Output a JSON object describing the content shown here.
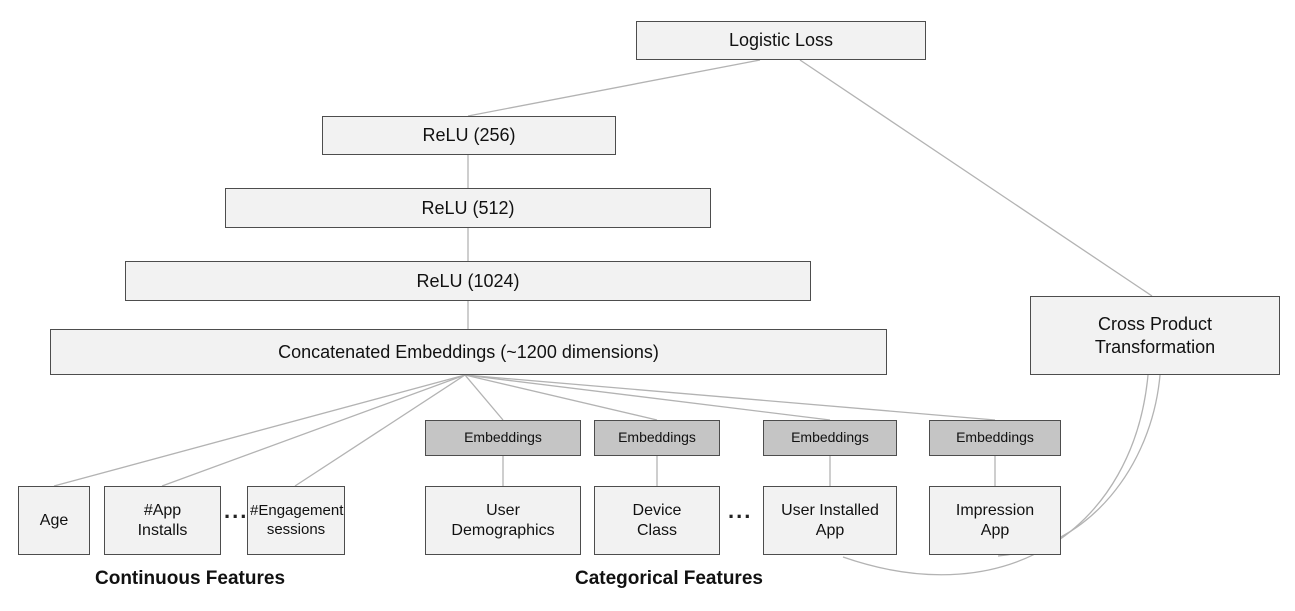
{
  "colors": {
    "box_fill": "#f2f2f2",
    "embed_fill": "#c5c5c5",
    "box_border": "#4d4d4d",
    "edge": "#b3b3b3"
  },
  "nodes": {
    "logistic_loss": "Logistic Loss",
    "relu_256": "ReLU (256)",
    "relu_512": "ReLU (512)",
    "relu_1024": "ReLU (1024)",
    "concat_embeddings": "Concatenated Embeddings (~1200 dimensions)",
    "cross_product": "Cross Product Transformation",
    "embeddings_1": "Embeddings",
    "embeddings_2": "Embeddings",
    "embeddings_3": "Embeddings",
    "embeddings_4": "Embeddings",
    "age": "Age",
    "app_installs": "#App Installs",
    "engagement_sessions": "#Engagement sessions",
    "user_demographics": "User Demographics",
    "device_class": "Device Class",
    "user_installed_app": "User Installed App",
    "impression_app": "Impression App"
  },
  "labels": {
    "continuous": "Continuous Features",
    "categorical": "Categorical Features",
    "ellipsis_1": "...",
    "ellipsis_2": "..."
  }
}
